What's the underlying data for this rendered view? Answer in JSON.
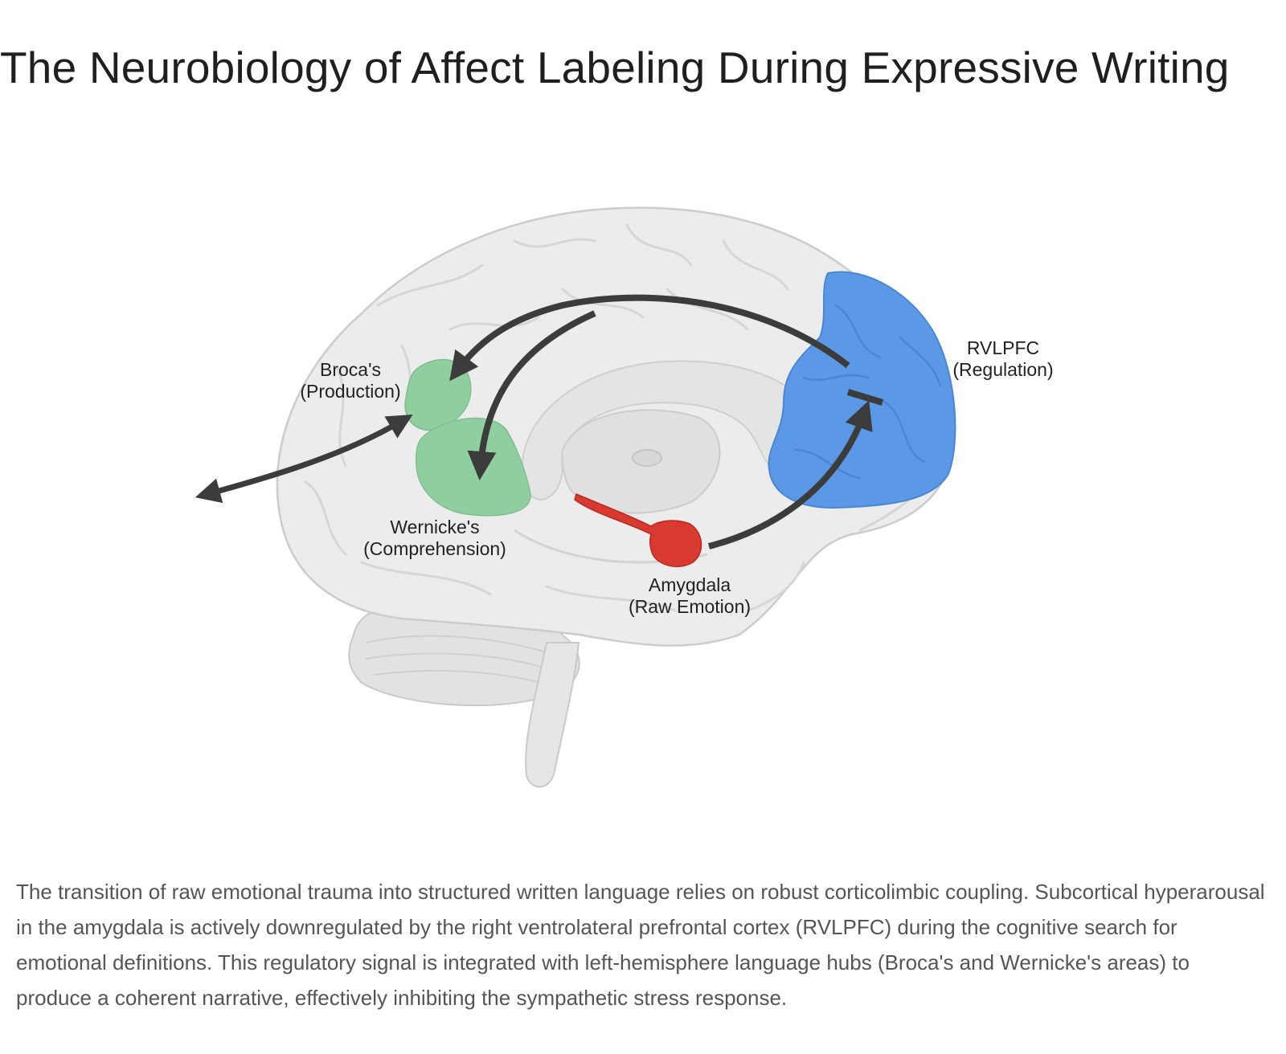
{
  "title": "The Neurobiology of Affect Labeling During Expressive Writing",
  "regions": {
    "broca": {
      "line1": "Broca's",
      "line2": "(Production)",
      "color": "#8fcf9f"
    },
    "wernicke": {
      "line1": "Wernicke's",
      "line2": "(Comprehension)",
      "color": "#8fcf9f"
    },
    "amygdala": {
      "line1": "Amygdala",
      "line2": "(Raw Emotion)",
      "color": "#d93a2f"
    },
    "rvlpfc": {
      "line1": "RVLPFC",
      "line2": "(Regulation)",
      "color": "#5b98e6"
    }
  },
  "colors": {
    "brain": "#ececec",
    "arrow": "#3c3c3c"
  },
  "caption": "The transition of raw emotional trauma into structured written language relies on robust corticolimbic coupling. Subcortical hyperarousal in the amygdala is actively downregulated by the right ventrolateral prefrontal cortex (RVLPFC) during the cognitive search for emotional definitions. This regulatory signal is integrated with left-hemisphere language hubs (Broca's and Wernicke's areas) to produce a coherent narrative, effectively inhibiting the sympathetic stress response."
}
